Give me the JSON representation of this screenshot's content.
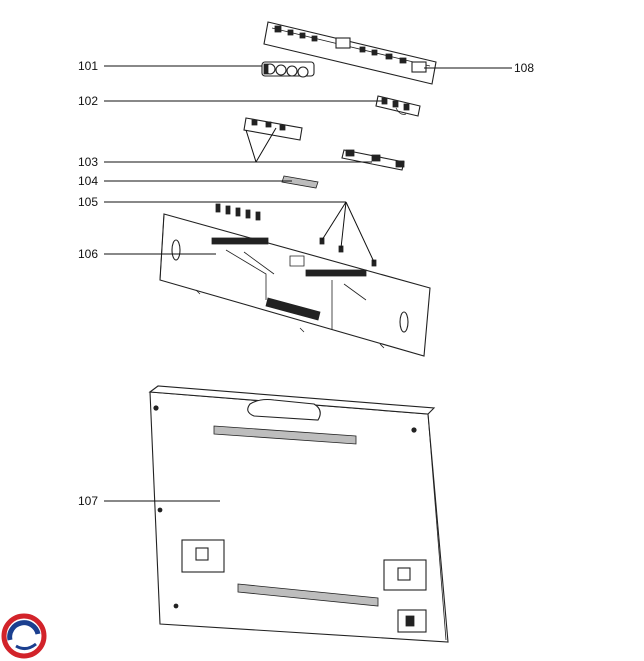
{
  "labels": [
    {
      "id": "p101",
      "text": "101"
    },
    {
      "id": "p102",
      "text": "102"
    },
    {
      "id": "p103",
      "text": "103"
    },
    {
      "id": "p104",
      "text": "104"
    },
    {
      "id": "p105",
      "text": "105"
    },
    {
      "id": "p106",
      "text": "106"
    },
    {
      "id": "p107",
      "text": "107"
    },
    {
      "id": "p108",
      "text": "108"
    }
  ],
  "colors": {
    "line": "#222222",
    "logo_red": "#d2232a",
    "logo_blue": "#1b3f8f"
  },
  "icons": {
    "logo": "brand-logo-icon"
  }
}
